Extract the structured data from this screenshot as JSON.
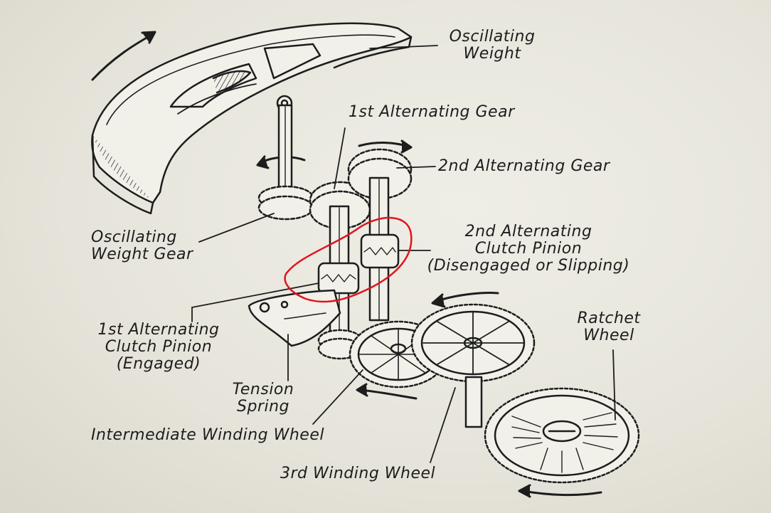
{
  "labels": {
    "oscillating_weight": [
      "Oscillating",
      "Weight"
    ],
    "first_alternating_gear": "1st Alternating Gear",
    "second_alternating_gear": "2nd Alternating Gear",
    "oscillating_weight_gear": [
      "Oscillating",
      "Weight Gear"
    ],
    "second_clutch_pinion": [
      "2nd Alternating",
      "Clutch Pinion",
      "(Disengaged or Slipping)"
    ],
    "ratchet_wheel": [
      "Ratchet",
      "Wheel"
    ],
    "first_clutch_pinion": [
      "1st Alternating",
      "Clutch Pinion",
      "(Engaged)"
    ],
    "tension_spring": [
      "Tension",
      "Spring"
    ],
    "intermediate_winding_wheel": "Intermediate Winding Wheel",
    "third_winding_wheel": "3rd Winding Wheel"
  },
  "colors": {
    "ink": "#1d1d1d",
    "paper": "#e8e6dc",
    "highlight": "#e0141e"
  }
}
